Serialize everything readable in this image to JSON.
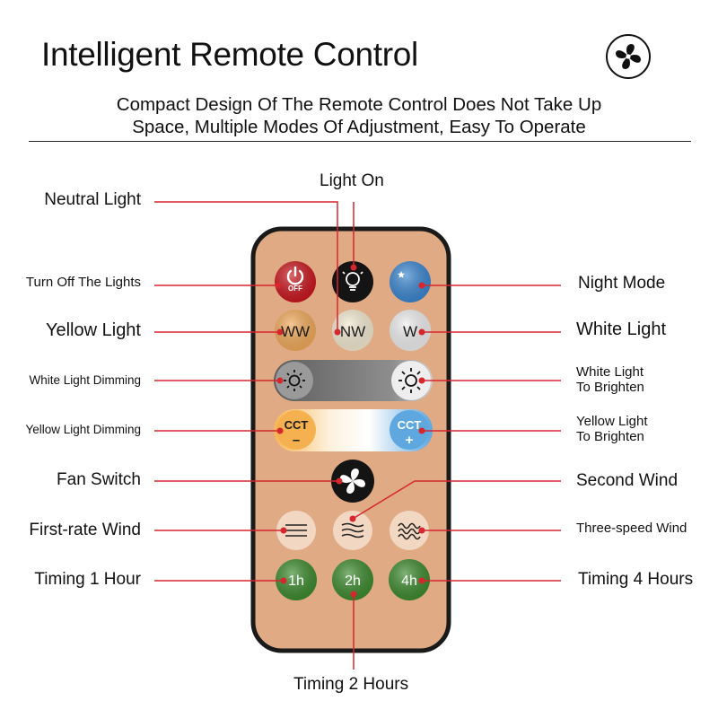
{
  "header": {
    "title": "Intelligent Remote Control",
    "subtitle_line1": "Compact Design Of The Remote Control Does Not Take Up",
    "subtitle_line2": "Space, Multiple Modes Of Adjustment, Easy To Operate"
  },
  "colors": {
    "remote_body": "#e0aa84",
    "remote_border": "#1a1a1a",
    "leader_line": "#d6262e",
    "off_button": "#c8161d",
    "night_button": "#3a86d0",
    "yellow_button": "#f1aa5a",
    "white_button": "#efefef",
    "timing_button": "#3c8a2e",
    "wind_button": "#f2d7c3"
  },
  "buttons": {
    "off": "OFF",
    "ww": "WW",
    "nw": "NW",
    "w": "W",
    "cct": "CCT",
    "minus": "–",
    "plus": "+",
    "t1": "1h",
    "t2": "2h",
    "t4": "4h"
  },
  "icons": {
    "header": "fan-icon",
    "power": "power-icon",
    "bulb": "lightbulb-icon",
    "night": "moon-star-icon",
    "dim": "sun-dim-icon",
    "brighten": "sun-bright-icon",
    "fan": "fan-icon",
    "wind1": "wind-low-icon",
    "wind2": "wind-mid-icon",
    "wind3": "wind-high-icon"
  },
  "labels": {
    "light_on": "Light On",
    "neutral_light": "Neutral Light",
    "turn_off": "Turn Off The Lights",
    "night_mode": "Night Mode",
    "yellow_light": "Yellow Light",
    "white_light": "White Light",
    "white_dimming": "White Light Dimming",
    "white_brighten_1": "White Light",
    "white_brighten_2": "To Brighten",
    "yellow_dimming": "Yellow Light Dimming",
    "yellow_brighten_1": "Yellow Light",
    "yellow_brighten_2": "To Brighten",
    "fan_switch": "Fan Switch",
    "second_wind": "Second Wind",
    "first_wind": "First-rate Wind",
    "three_wind": "Three-speed Wind",
    "timing_1h": "Timing 1 Hour",
    "timing_4h": "Timing 4 Hours",
    "timing_2h": "Timing 2 Hours"
  }
}
